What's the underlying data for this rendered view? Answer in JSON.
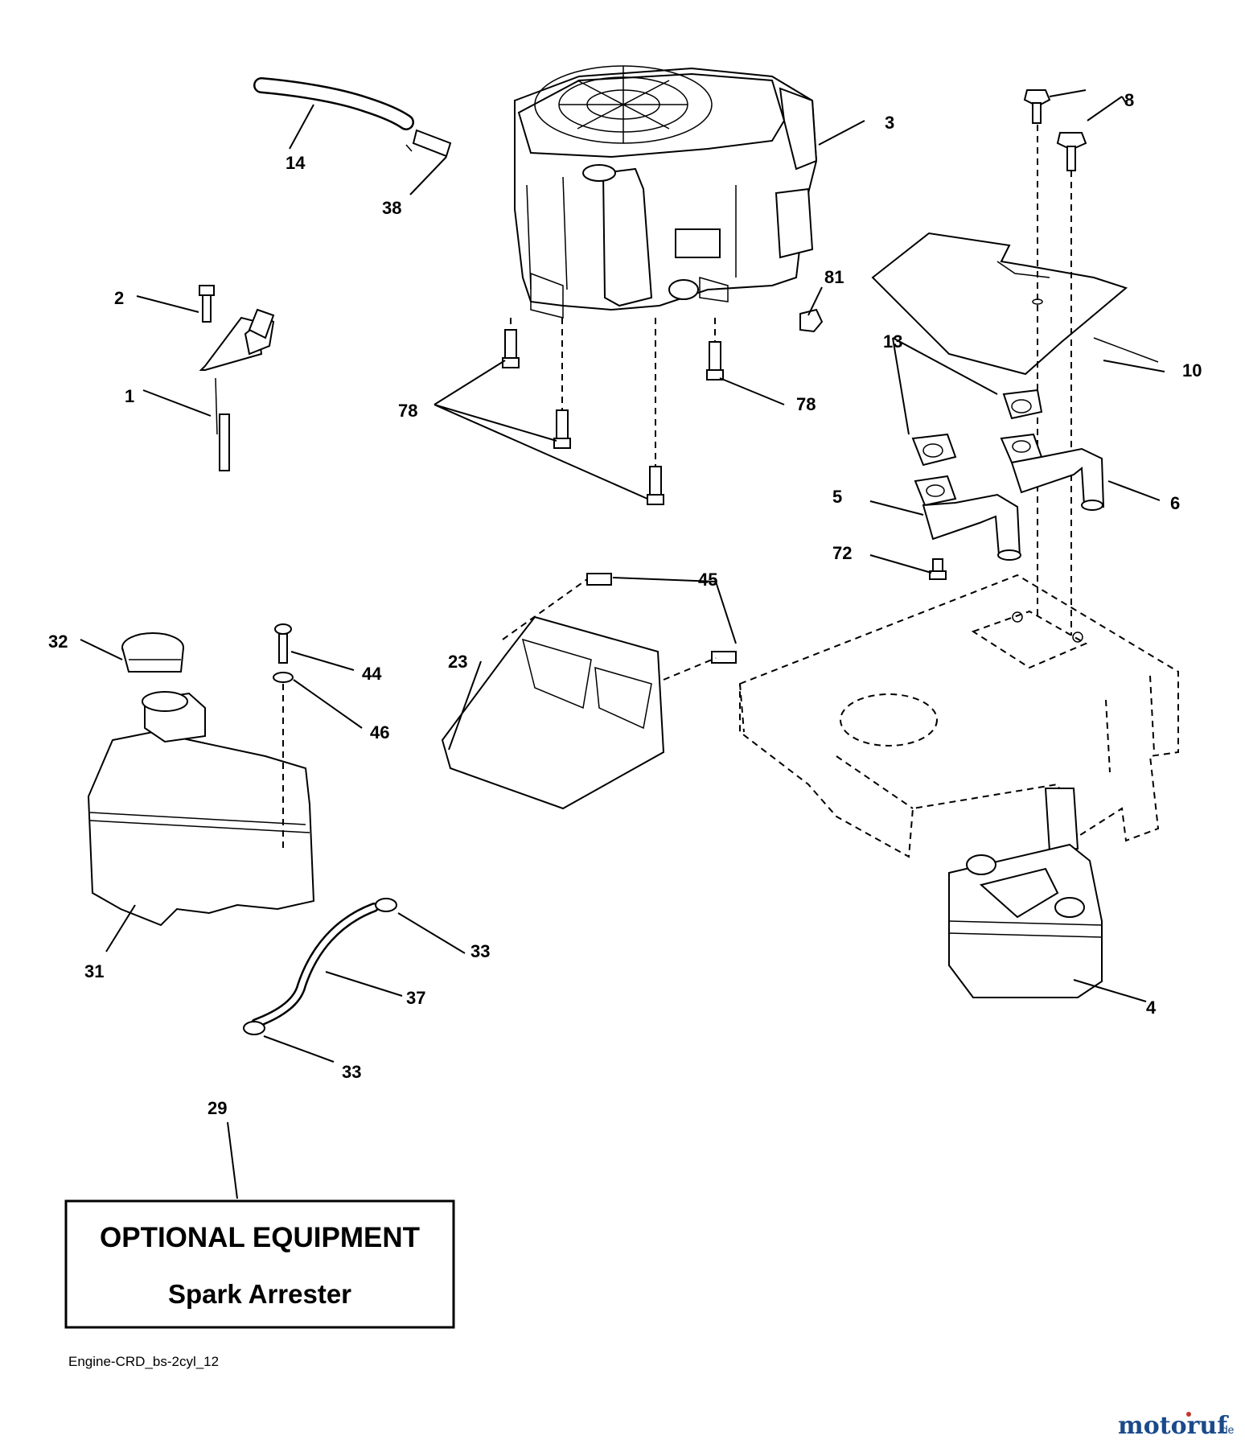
{
  "callouts": {
    "c1": "1",
    "c2": "2",
    "c3": "3",
    "c4": "4",
    "c5": "5",
    "c6": "6",
    "c8": "8",
    "c10": "10",
    "c13": "13",
    "c14": "14",
    "c23": "23",
    "c29": "29",
    "c31": "31",
    "c32": "32",
    "c33a": "33",
    "c33b": "33",
    "c37": "37",
    "c38": "38",
    "c44": "44",
    "c45": "45",
    "c46": "46",
    "c72": "72",
    "c78a": "78",
    "c78b": "78",
    "c81": "81"
  },
  "optional_box": {
    "title": "OPTIONAL EQUIPMENT",
    "subtitle": "Spark Arrester"
  },
  "diagram_code": "Engine-CRD_bs-2cyl_12",
  "watermark": {
    "main": "motoruf",
    "suffix": ".de",
    "main_color": "#1a4a8a",
    "accent_color": "#c0392b"
  },
  "icons": [
    "engine-icon",
    "fuel-tank-icon",
    "muffler-icon",
    "heat-shield-icon",
    "frame-icon",
    "bracket-icon",
    "exhaust-pipe-icon",
    "fuel-line-icon"
  ]
}
